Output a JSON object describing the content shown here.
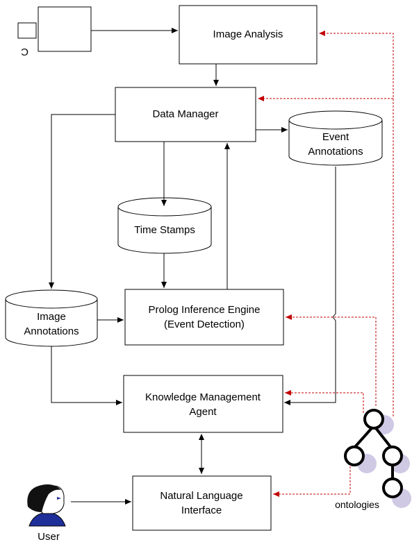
{
  "boxes": {
    "image_analysis": "Image Analysis",
    "data_manager": "Data Manager",
    "prolog_engine": [
      "Prolog Inference Engine",
      "(Event Detection)"
    ],
    "kma": [
      "Knowledge Management",
      "Agent"
    ],
    "nli": [
      "Natural Language",
      "Interface"
    ]
  },
  "stores": {
    "event_annotations": [
      "Event",
      "Annotations"
    ],
    "time_stamps": "Time Stamps",
    "image_annotations": [
      "Image",
      "Annotations"
    ]
  },
  "actors": {
    "user": "User",
    "ontologies": "ontologies",
    "camera_mark": "C"
  },
  "colors": {
    "line": "#000000",
    "dashed": "#c00000",
    "ontology_shadow": "#c8c0e0"
  },
  "icons": [
    "camera-icon",
    "user-icon",
    "ontology-tree-icon"
  ]
}
